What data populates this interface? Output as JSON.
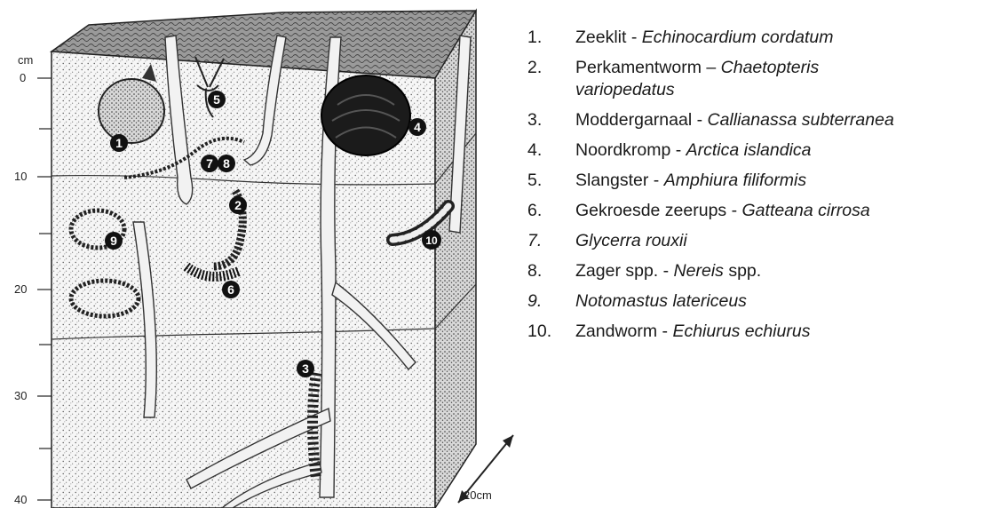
{
  "diagram": {
    "unit_label": "cm",
    "depth_ticks": [
      "0",
      "10",
      "20",
      "30",
      "40"
    ],
    "width_label": "20cm",
    "markers": [
      "1",
      "2",
      "3",
      "4",
      "5",
      "6",
      "7",
      "8",
      "9",
      "10"
    ]
  },
  "legend": [
    {
      "num": "1.",
      "common": "Zeeklit - ",
      "sci": "Echinocardium cordatum",
      "tail": ""
    },
    {
      "num": "2.",
      "common": "Perkamentworm – ",
      "sci": "Chaetopteris variopedatus",
      "tail": ""
    },
    {
      "num": "3.",
      "common": "Moddergarnaal - ",
      "sci": "Callianassa subterranea",
      "tail": ""
    },
    {
      "num": "4.",
      "common": "Noordkromp - ",
      "sci": "Arctica islandica",
      "tail": ""
    },
    {
      "num": "5.",
      "common": "Slangster - ",
      "sci": "Amphiura filiformis",
      "tail": ""
    },
    {
      "num": "6.",
      "common": "Gekroesde zeerups - ",
      "sci": "Gatteana cirrosa",
      "tail": ""
    },
    {
      "num": "7.",
      "common": "Glycerra rouxii",
      "sci": "",
      "tail": ""
    },
    {
      "num": "8.",
      "common": "Zager spp. - ",
      "sci": "Nereis",
      "tail": " spp."
    },
    {
      "num": "9.",
      "common": "Notomastus latericeus",
      "sci": "",
      "tail": ""
    },
    {
      "num": "10.",
      "common": "Zandworm - ",
      "sci": "Echiurus echiurus",
      "tail": ""
    }
  ]
}
